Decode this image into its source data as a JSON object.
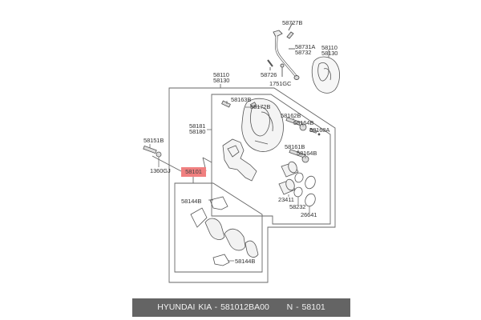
{
  "diagram": {
    "type": "exploded-parts-diagram",
    "subject": "front brake caliper assembly",
    "labels": {
      "hose_bracket_bolt": "58727B",
      "brake_hose": [
        "58731A",
        "58732"
      ],
      "bleeder_screw": "58726",
      "washer_top": "1751GC",
      "caliper_assy_top": [
        "58110",
        "58130"
      ],
      "caliper_assy_main": [
        "58110",
        "58130"
      ],
      "guide_rod_bolt": "58163B",
      "bleeder_cap": "58172B",
      "guide_rod_upper": "58162B",
      "boot_upper": "58164B",
      "bleeder_valve": "58168A",
      "caliper_body": [
        "58181",
        "58180"
      ],
      "guide_rod_lower": "58161B",
      "boot_lower": "58164B",
      "mount_bolt": "58151B",
      "mount_washer": "1360GJ",
      "pad_kit_highlighted": "58101",
      "pad_shim_upper": "58144B",
      "pad_shim_lower": "58144B",
      "piston": "23411",
      "piston_seal": "58232",
      "piston_boot": "26641"
    },
    "highlight_color": "#f08080"
  },
  "banner": {
    "brand": "HYUNDAI  KIA",
    "part_number": "581012BA00",
    "ref_number": "58101",
    "text_left": "HYUNDAI  KIA - 581012BA00",
    "text_right": "N - 58101",
    "background": "#646464"
  }
}
